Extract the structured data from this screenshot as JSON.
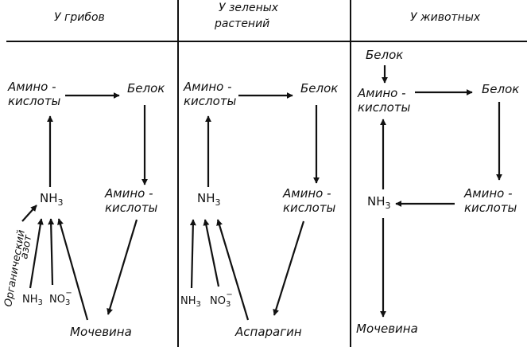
{
  "headers": {
    "fungi": "У грибов",
    "plants_line1": "У зеленых",
    "plants_line2": "растений",
    "animals": "У животных"
  },
  "fungi": {
    "amino_top_1": "Амино -",
    "amino_top_2": "кислоты",
    "protein": "Белок",
    "nh3": "NH",
    "nh3_sub": "3",
    "amino_mid_1": "Амино -",
    "amino_mid_2": "кислоты",
    "organic_1": "Органический",
    "organic_2": "азот",
    "nh3_small": "NH",
    "nh3_small_sub": "3",
    "no3": "NO",
    "no3_sub": "3",
    "no3_sup": "−",
    "urea": "Мочевина"
  },
  "plants": {
    "amino_top_1": "Амино -",
    "amino_top_2": "кислоты",
    "protein": "Белок",
    "nh3": "NH",
    "nh3_sub": "3",
    "amino_mid_1": "Амино -",
    "amino_mid_2": "кислоты",
    "nh3_small": "NH",
    "nh3_small_sub": "3",
    "no3": "NO",
    "no3_sub": "3",
    "no3_sup": "−",
    "asparagine": "Аспарагин"
  },
  "animals": {
    "protein_top": "Белок",
    "amino_top_1": "Амино -",
    "amino_top_2": "кислоты",
    "protein": "Белок",
    "amino_mid_1": "Амино -",
    "amino_mid_2": "кислоты",
    "nh3": "NH",
    "nh3_sub": "3",
    "urea": "Мочевина"
  }
}
